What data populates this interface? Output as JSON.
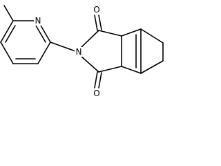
{
  "molecule": {
    "atoms": {
      "pyridine_n": "N",
      "imide_n": "N",
      "carbonyl_o_top": "O",
      "carbonyl_o_bottom": "O"
    },
    "colors": {
      "bond": "#000000",
      "label": "#000000",
      "background": "#ffffff"
    }
  }
}
